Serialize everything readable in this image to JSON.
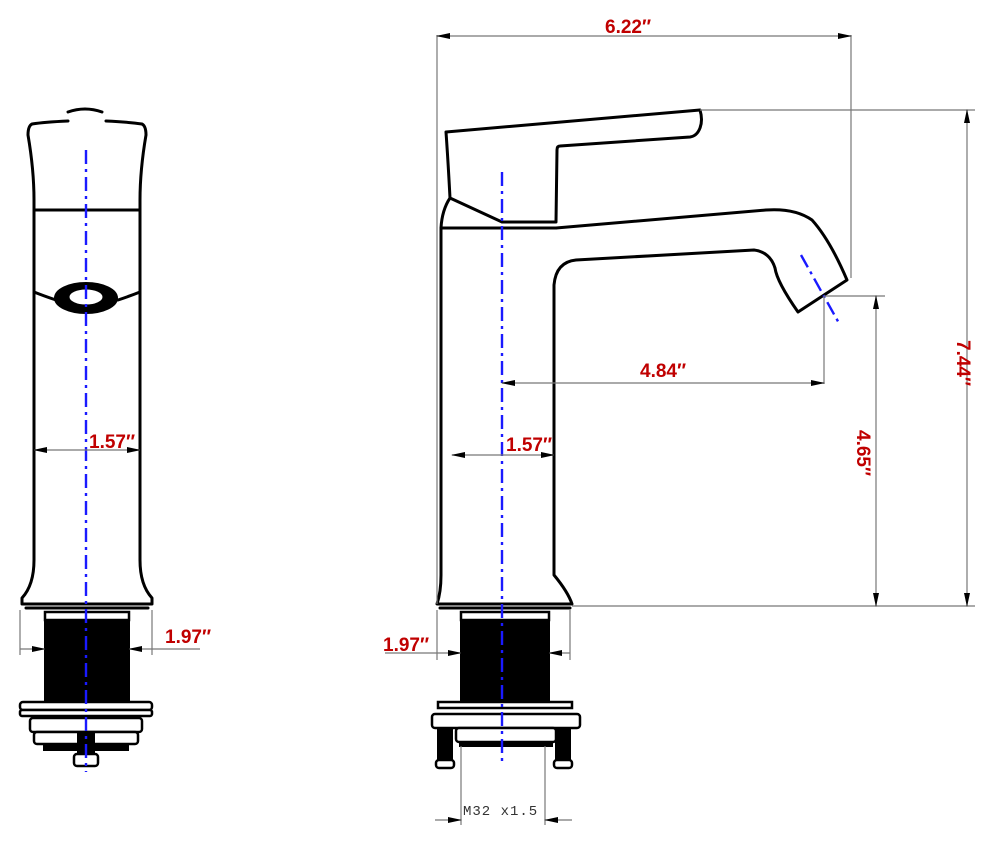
{
  "diagram": {
    "title": "Faucet dimension drawing",
    "views": [
      "front-view",
      "side-view"
    ],
    "colors": {
      "outline": "#000000",
      "dimension_line": "#777777",
      "centerline": "#1a1aff",
      "dimension_text": "#c00000"
    }
  },
  "front_view": {
    "body_width": "1.57″",
    "base_thread_width": "1.97″"
  },
  "side_view": {
    "overall_length": "6.22″",
    "overall_height": "7.44″",
    "spout_reach": "4.84″",
    "spout_height": "4.65″",
    "body_width": "1.57″",
    "base_thread_width": "1.97″",
    "thread_spec": "M32 x1.5"
  }
}
